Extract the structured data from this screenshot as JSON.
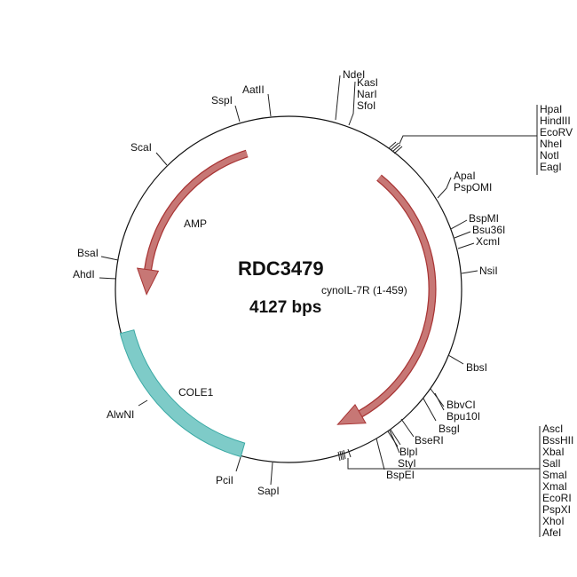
{
  "plasmid": {
    "name": "RDC3479",
    "size": "4127 bps"
  },
  "features": {
    "amp": {
      "label": "AMP",
      "color": "#c77775"
    },
    "cyno": {
      "label": "cynoIL-7R (1-459)",
      "color": "#c77775"
    },
    "cole1": {
      "label": "COLE1",
      "color": "#7ecbc8"
    }
  },
  "sites": {
    "ndei": "NdeI",
    "kas_group": [
      "KasI",
      "NarI",
      "SfoI"
    ],
    "hpa_group": [
      "HpaI",
      "HindIII",
      "EcoRV",
      "NheI",
      "NotI",
      "EagI"
    ],
    "apa_group": [
      "ApaI",
      "PspOMI"
    ],
    "bspmi": "BspMI",
    "bsu36i": "Bsu36I",
    "xcmi": "XcmI",
    "nsii": "NsiI",
    "bbsi": "BbsI",
    "bbvci": "BbvCI",
    "bpu10i": "Bpu10I",
    "bsgi": "BsgI",
    "seri": "BseRI",
    "blpi": "BlpI",
    "styi": "StyI",
    "bspei": "BspEI",
    "asc_group": [
      "AscI",
      "BssHII",
      "XbaI",
      "SalI",
      "SmaI",
      "XmaI",
      "EcoRI",
      "PspXI",
      "XhoI",
      "AfeI"
    ],
    "sapi": "SapI",
    "pcii": "PciI",
    "alwni": "AlwNI",
    "ahdi": "AhdI",
    "bsai": "BsaI",
    "scai": "ScaI",
    "sspi": "SspI",
    "aatii": "AatII"
  }
}
